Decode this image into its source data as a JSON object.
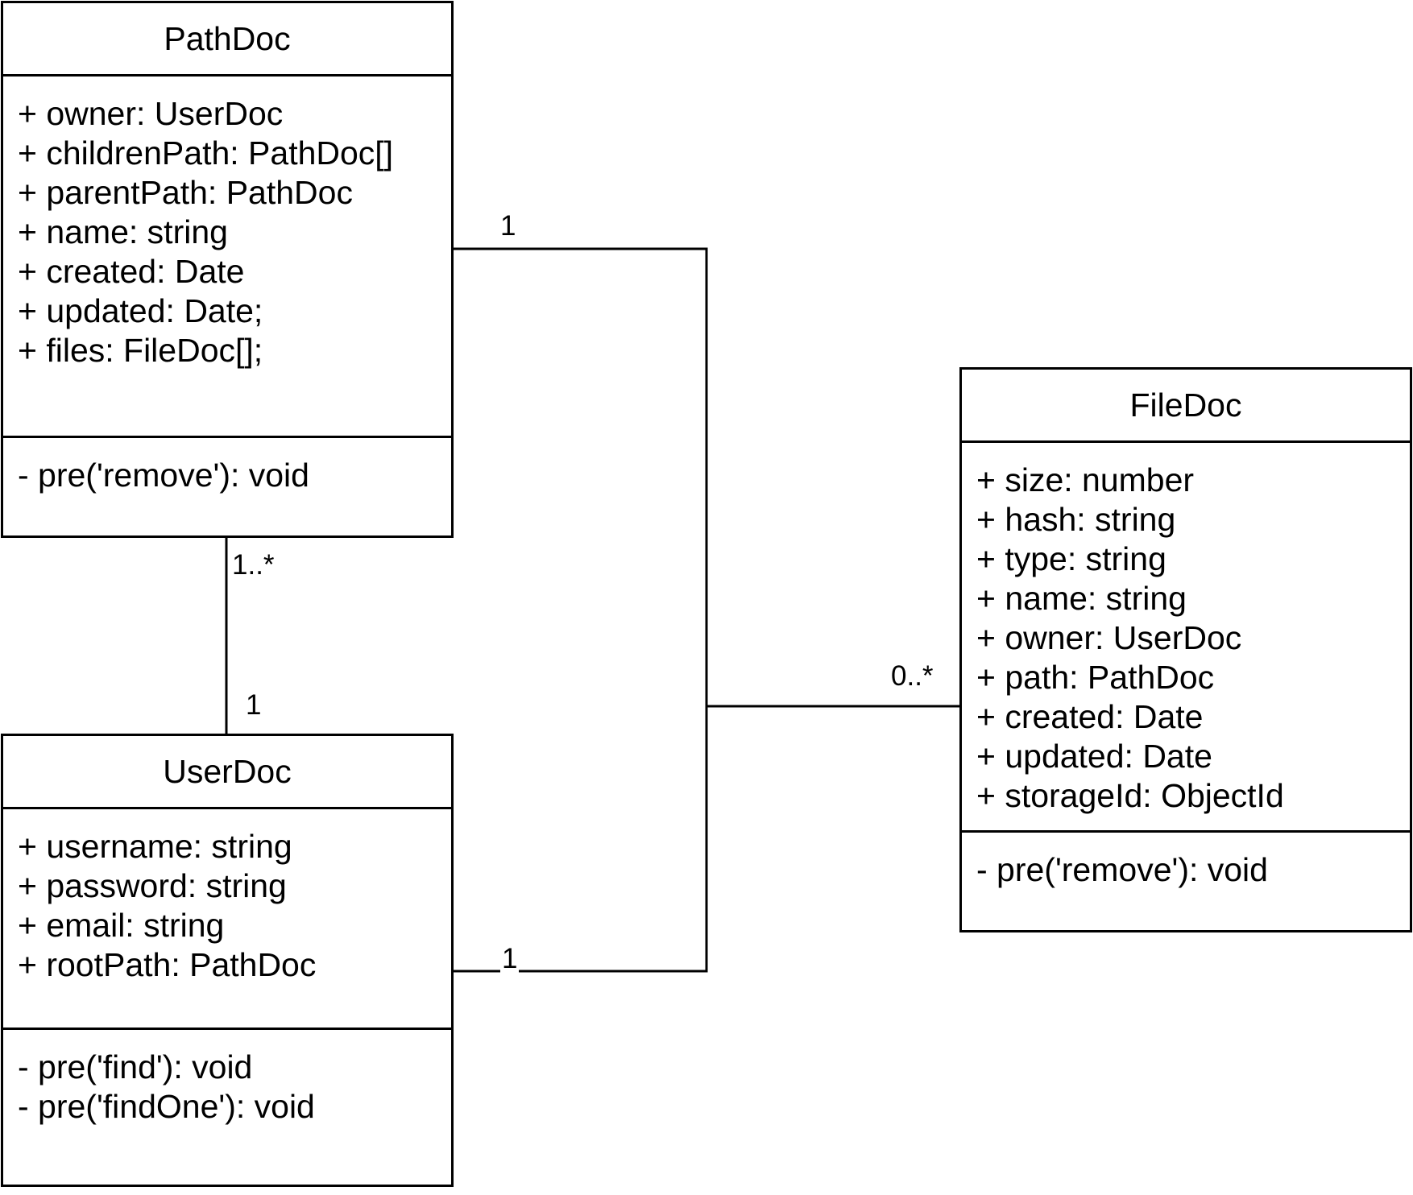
{
  "classes": {
    "pathdoc": {
      "name": "PathDoc",
      "attributes": [
        "+ owner: UserDoc",
        "+ childrenPath: PathDoc[]",
        "+ parentPath: PathDoc",
        "+ name: string",
        "+ created: Date",
        "+ updated: Date;",
        "+ files: FileDoc[];"
      ],
      "operations": [
        "- pre('remove'): void"
      ]
    },
    "userdoc": {
      "name": "UserDoc",
      "attributes": [
        "+ username: string",
        "+ password: string",
        "+ email: string",
        "+ rootPath: PathDoc"
      ],
      "operations": [
        "- pre('find'): void",
        "- pre('findOne'): void"
      ]
    },
    "filedoc": {
      "name": "FileDoc",
      "attributes": [
        "+ size: number",
        "+ hash: string",
        "+ type: string",
        "+ name: string",
        "+ owner: UserDoc",
        "+ path: PathDoc",
        "+ created: Date",
        "+ updated: Date",
        "+ storageId: ObjectId"
      ],
      "operations": [
        "- pre('remove'): void"
      ]
    }
  },
  "multiplicities": {
    "pathdoc_to_filedoc": "1",
    "pathdoc_to_userdoc": "1..*",
    "userdoc_to_pathdoc": "1",
    "userdoc_to_filedoc": "1",
    "filedoc_end": "0..*"
  }
}
